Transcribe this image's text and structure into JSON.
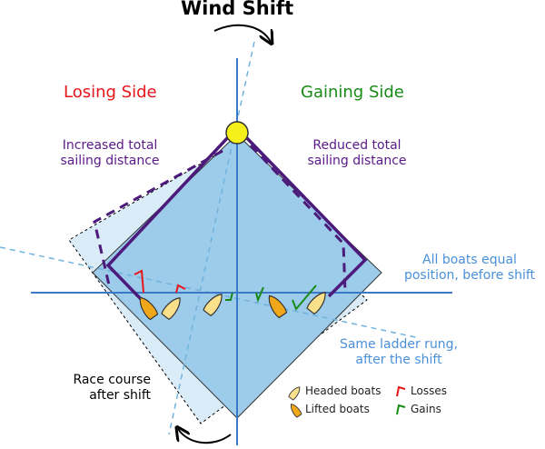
{
  "title": "Wind Shift",
  "losing_side": "Losing Side",
  "gaining_side": "Gaining Side",
  "increased_distance": [
    "Increased total",
    "sailing distance"
  ],
  "reduced_distance": [
    "Reduced total",
    "sailing distance"
  ],
  "before_shift": [
    "All boats equal",
    "position, before shift"
  ],
  "after_shift": [
    "Same ladder rung,",
    "after the shift"
  ],
  "race_course": [
    "Race course",
    "after shift"
  ],
  "legend": {
    "headed": "Headed boats",
    "lifted": "Lifted boats",
    "losses": "Losses",
    "gains": "Gains"
  },
  "colors": {
    "losing": "#e8151b",
    "gaining": "#178a17",
    "distance": "#5a1a86",
    "blue_note": "#4a90d9",
    "course_fill": "#9dcbea",
    "shifted_fill": "#d9ecf8",
    "axis": "#3a78c8",
    "path": "#4b1a7a",
    "mark": "#f6f01a",
    "headed_boat": "#fbe08b",
    "lifted_boat": "#f0a81a"
  }
}
